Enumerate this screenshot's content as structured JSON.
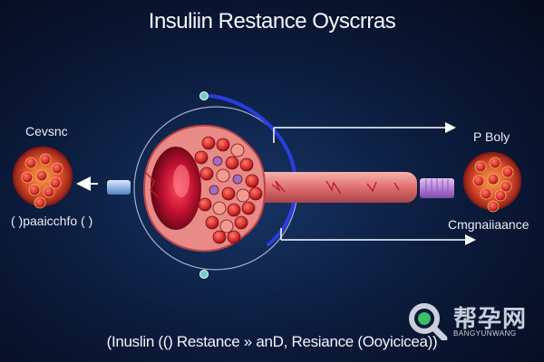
{
  "title": "Insuliin Restance Oyscrras",
  "left_label_top": "Cevsnc",
  "left_label_bottom": "( )paaicchfo ( )",
  "right_label_top": "P Boly",
  "right_label_bottom": "Cmgnaiiaance",
  "footer": "(Inuslin (() Restance » anD, Resiance (Ooyicicea))",
  "watermark": {
    "cn": "帮孕网",
    "en": "BANGYUNWANG"
  },
  "colors": {
    "background": "#0c1d3f",
    "vessel": "#e88a86",
    "vessel_dark": "#b9444a",
    "red_cell": "#e0342e",
    "pale_cell": "#f39a8f",
    "purple_cell": "#9a6fc4",
    "flow_arc": "#2a3ee0",
    "arrow": "#ffffff",
    "cylinder_blue": "#a9c3e8",
    "cylinder_purple": "#b77fd6",
    "watermark": "#c9d0dc"
  },
  "icons": [
    "cell-cluster-icon",
    "arrow-icon",
    "magnifier-watermark-icon"
  ]
}
